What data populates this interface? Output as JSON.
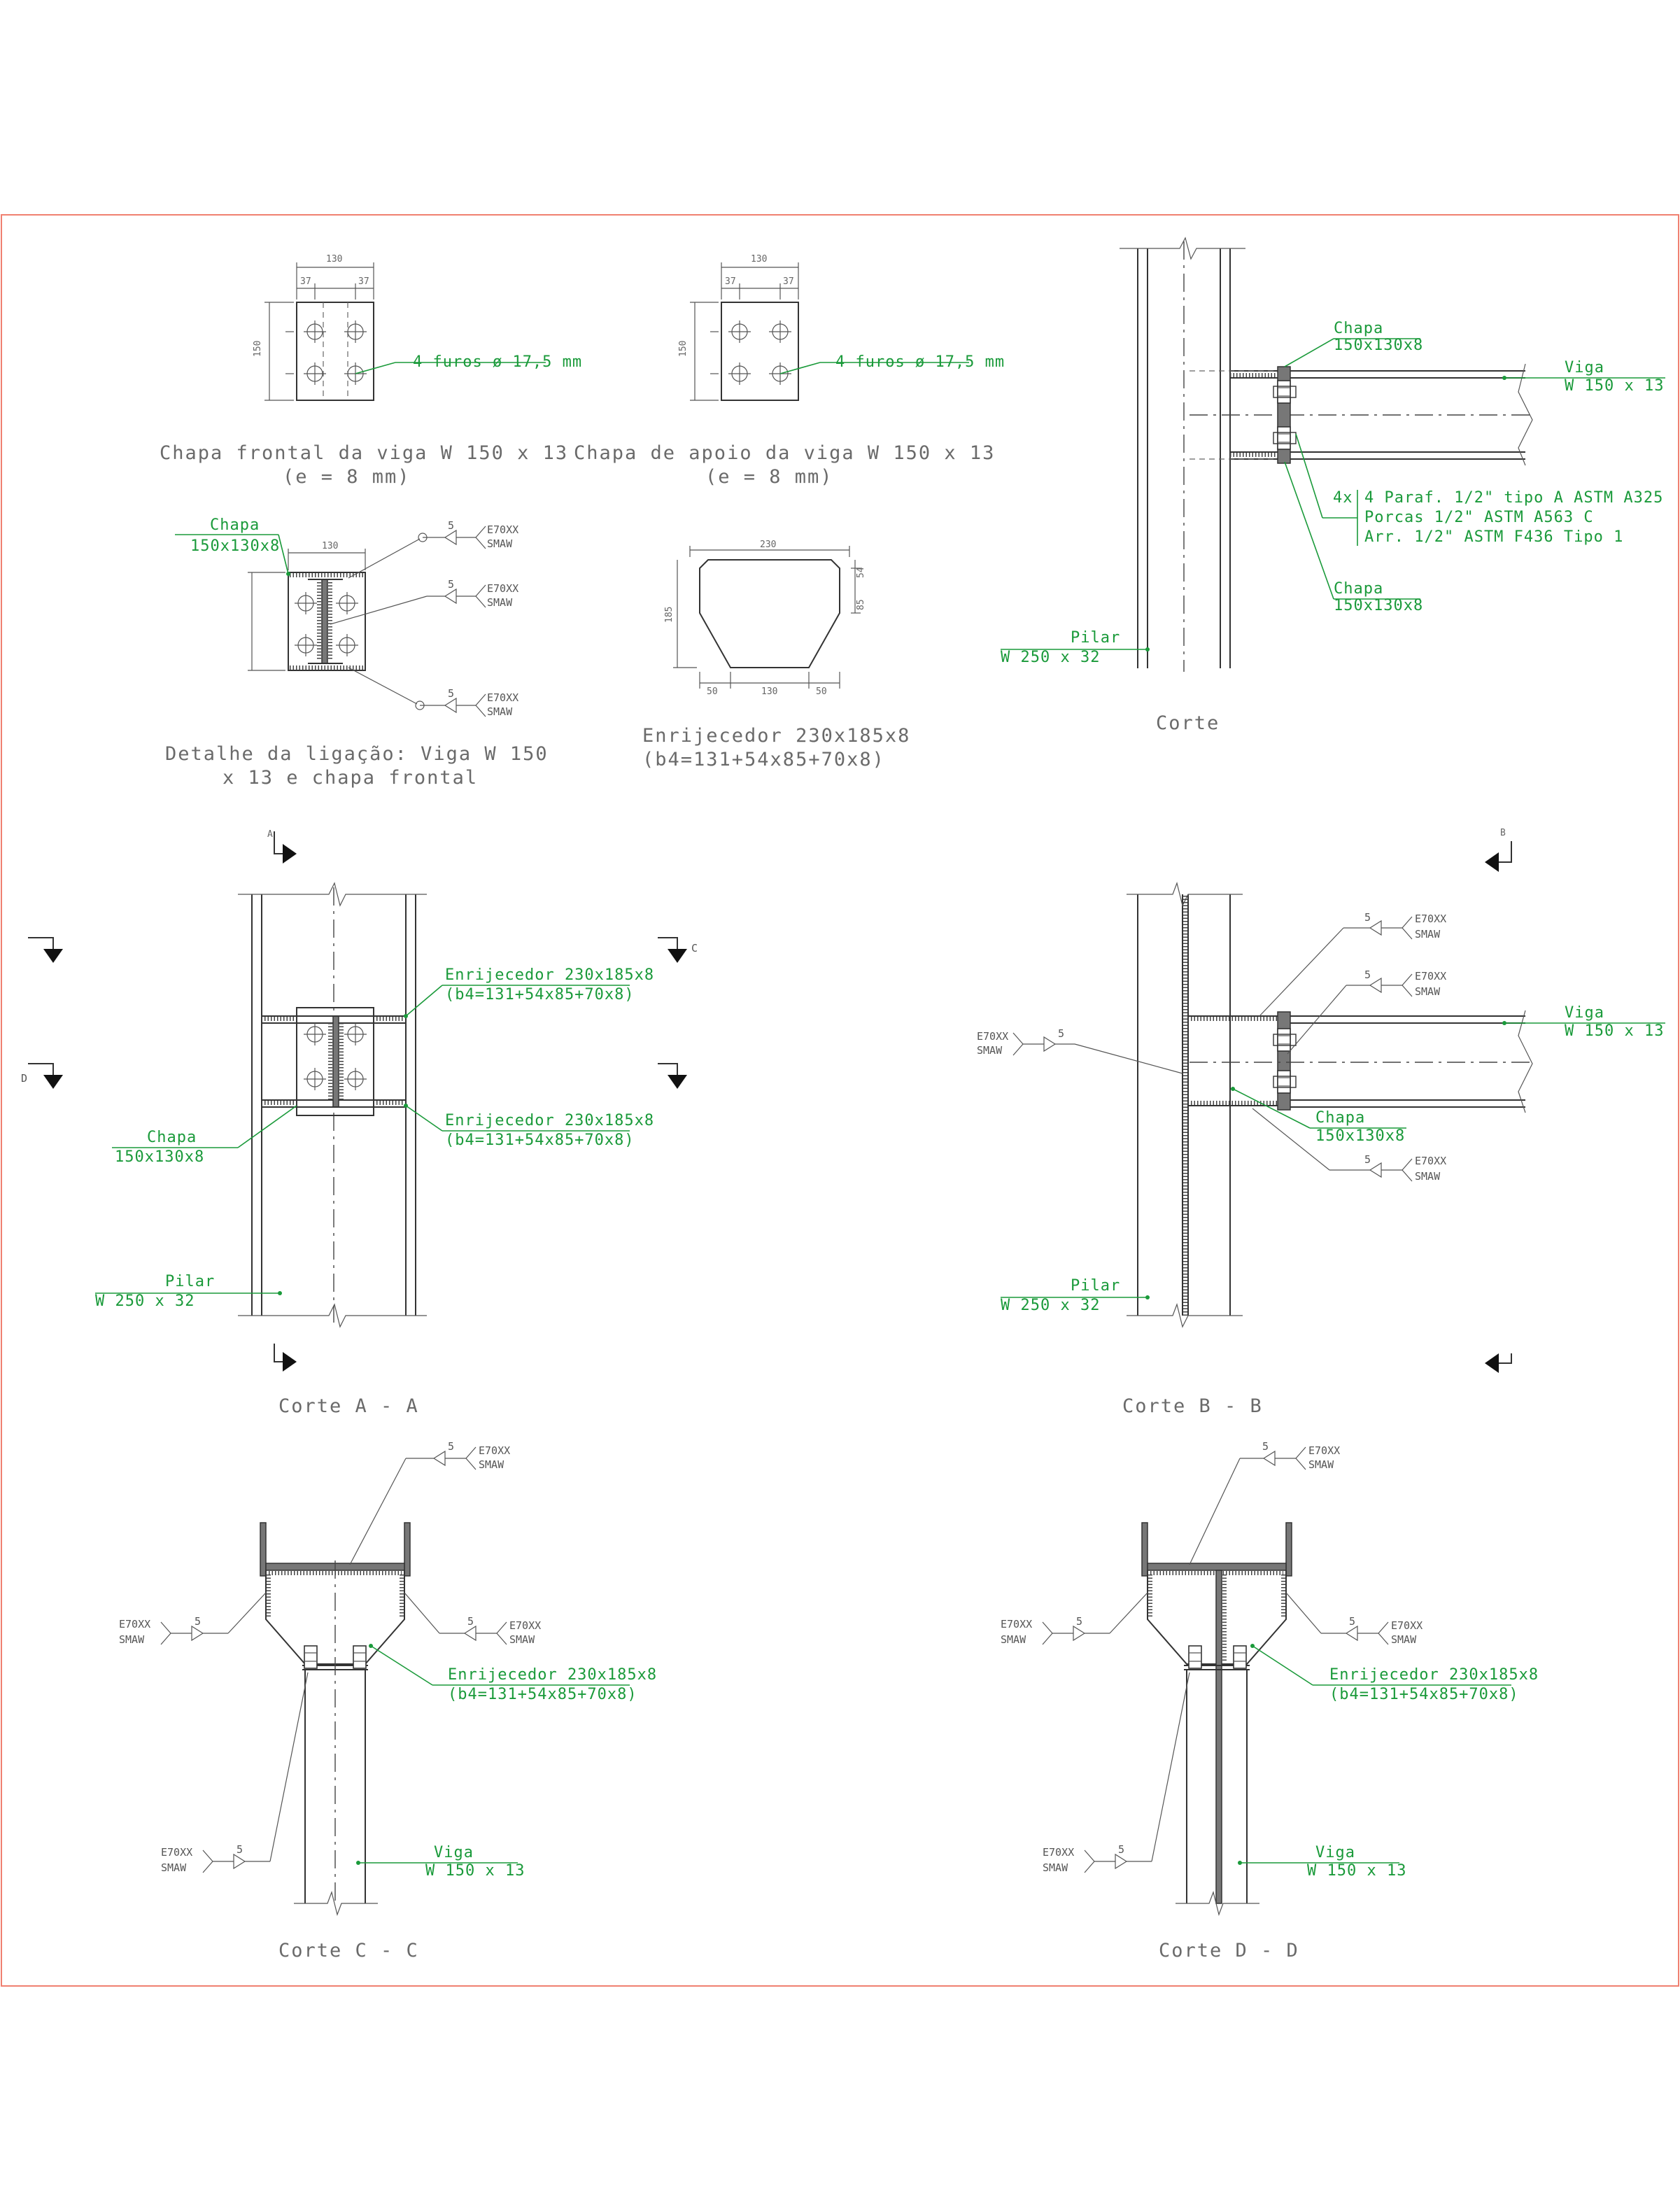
{
  "frame": {
    "border_color": "#f08070"
  },
  "colors": {
    "annotation": "#1a9a3a",
    "line": "#333333",
    "title": "#6a6a6a"
  },
  "views": {
    "front_plate": {
      "title_l1": "Chapa frontal da viga W 150 x 13",
      "title_l2": "(e = 8 mm)",
      "holes": "4 furos ø 17,5 mm",
      "dims": [
        "130",
        "37",
        "37",
        "150"
      ]
    },
    "support_plate": {
      "title_l1": "Chapa de apoio da viga W 150 x 13",
      "title_l2": "(e = 8 mm)",
      "holes": "4 furos ø 17,5 mm",
      "dims": [
        "130",
        "37",
        "37",
        "150"
      ]
    },
    "detail": {
      "title_l1": "Detalhe da ligação: Viga W 150",
      "title_l2": "x 13 e chapa frontal",
      "chapa_l1": "Chapa",
      "chapa_l2": "150x130x8",
      "dim": "130",
      "weld1": [
        "5",
        "E70XX",
        "SMAW"
      ],
      "weld2": [
        "5",
        "E70XX",
        "SMAW"
      ],
      "weld3": [
        "5",
        "E70XX",
        "SMAW"
      ]
    },
    "stiffener": {
      "title_l1": "Enrijecedor 230x185x8",
      "title_l2": "(b4=131+54x85+70x8)",
      "dims": [
        "230",
        "50",
        "130",
        "50",
        "185",
        "54",
        "85"
      ]
    },
    "corte": {
      "title": "Corte",
      "chapa_top_l1": "Chapa",
      "chapa_top_l2": "150x130x8",
      "viga_l1": "Viga",
      "viga_l2": "W 150 x 13",
      "bolts_l1": "4 Paraf. 1/2\" tipo A ASTM A325",
      "bolts_l2": "Porcas 1/2\" ASTM A563 C",
      "bolts_l3": "Arr. 1/2\" ASTM F436 Tipo 1",
      "chapa_bot_l1": "Chapa",
      "chapa_bot_l2": "150x130x8",
      "pilar_l1": "Pilar",
      "pilar_l2": "W 250 x 32"
    },
    "corte_aa": {
      "title": "Corte A - A",
      "enr_top_l1": "Enrijecedor 230x185x8",
      "enr_top_l2": "(b4=131+54x85+70x8)",
      "enr_bot_l1": "Enrijecedor 230x185x8",
      "enr_bot_l2": "(b4=131+54x85+70x8)",
      "chapa_l1": "Chapa",
      "chapa_l2": "150x130x8",
      "pilar_l1": "Pilar",
      "pilar_l2": "W 250 x 32",
      "sec_a": "A",
      "sec_c": "C",
      "sec_d": "D"
    },
    "corte_bb": {
      "title": "Corte B - B",
      "viga_l1": "Viga",
      "viga_l2": "W 150 x 13",
      "chapa_l1": "Chapa",
      "chapa_l2": "150x130x8",
      "pilar_l1": "Pilar",
      "pilar_l2": "W 250 x 32",
      "weld_a": [
        "5",
        "E70XX",
        "SMAW"
      ],
      "weld_b": [
        "5",
        "E70XX",
        "SMAW"
      ],
      "weld_c": [
        "5",
        "E70XX",
        "SMAW"
      ],
      "weld_d": [
        "E70XX",
        "SMAW",
        "5"
      ],
      "sec_b": "B"
    },
    "corte_cc": {
      "title": "Corte C - C",
      "enr_l1": "Enrijecedor 230x185x8",
      "enr_l2": "(b4=131+54x85+70x8)",
      "viga_l1": "Viga",
      "viga_l2": "W 150 x 13",
      "weld_top": [
        "5",
        "E70XX",
        "SMAW"
      ],
      "weld_left": [
        "E70XX",
        "SMAW",
        "5"
      ],
      "weld_right": [
        "5",
        "E70XX",
        "SMAW"
      ],
      "weld_bot": [
        "E70XX",
        "SMAW",
        "5"
      ]
    },
    "corte_dd": {
      "title": "Corte D - D",
      "enr_l1": "Enrijecedor 230x185x8",
      "enr_l2": "(b4=131+54x85+70x8)",
      "viga_l1": "Viga",
      "viga_l2": "W 150 x 13",
      "weld_top": [
        "5",
        "E70XX",
        "SMAW"
      ],
      "weld_left": [
        "E70XX",
        "SMAW",
        "5"
      ],
      "weld_right": [
        "5",
        "E70XX",
        "SMAW"
      ],
      "weld_bot": [
        "E70XX",
        "SMAW",
        "5"
      ]
    }
  }
}
